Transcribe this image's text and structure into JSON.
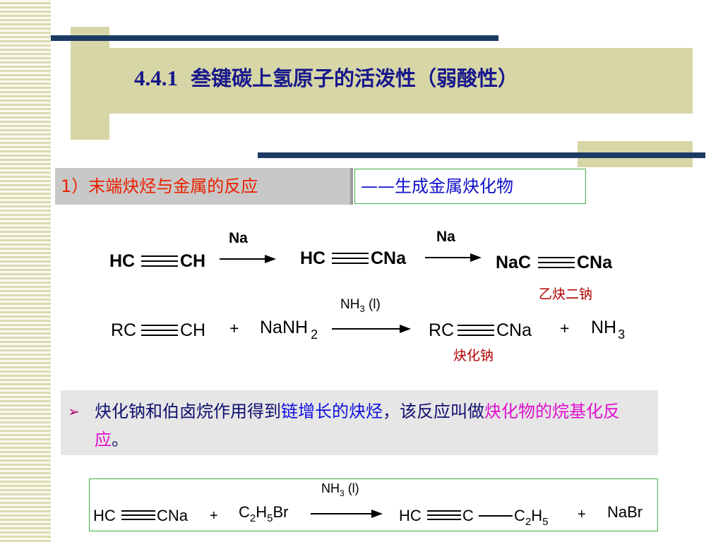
{
  "title": {
    "number": "4.4.1",
    "text": "叁键碳上氢原子的活泼性（弱酸性）"
  },
  "section": {
    "label": "1）末端炔烃与金属的反应",
    "subtitle": "——生成金属炔化物"
  },
  "reaction1": {
    "r1": "HC",
    "r1b": "CH",
    "reagent1": "Na",
    "p1": "HC",
    "p1b": "CNa",
    "reagent2": "Na",
    "p2": "NaC",
    "p2b": "CNa",
    "p2_name": "乙炔二钠"
  },
  "reaction2": {
    "r1": "RC",
    "r1b": "CH",
    "plus1": "+",
    "r2": "NaNH",
    "r2_sub": "2",
    "condition": "NH",
    "condition_sub": "3",
    "condition_tail": " (l)",
    "p1": "RC",
    "p1b": "CNa",
    "plus2": "+",
    "p2": "NH",
    "p2_sub": "3",
    "p1_name": "炔化钠"
  },
  "note": {
    "bullet": "➢",
    "part1": "炔化钠和伯卤烷作用得到",
    "part2": "链增长的炔烃",
    "part3": "，该反应叫做",
    "part4": "炔化物的烷基化反应",
    "part5": "。"
  },
  "reaction3": {
    "r1": "HC",
    "r1b": "CNa",
    "plus1": "+",
    "r2a": "C",
    "r2a_sub": "2",
    "r2b": "H",
    "r2b_sub": "5",
    "r2c": "Br",
    "condition": "NH",
    "condition_sub": "3",
    "condition_tail": " (l)",
    "p1": "HC",
    "p1b": "C",
    "p1c": "C",
    "p1c_sub": "2",
    "p1d": "H",
    "p1d_sub": "5",
    "plus2": "+",
    "p2": "NaBr"
  },
  "colors": {
    "title": "#17178c",
    "section_label": "#ea2000",
    "subtitle": "#1010c8",
    "highlight_blue": "#1010e0",
    "highlight_magenta": "#e010d0",
    "name_red": "#b00000"
  }
}
